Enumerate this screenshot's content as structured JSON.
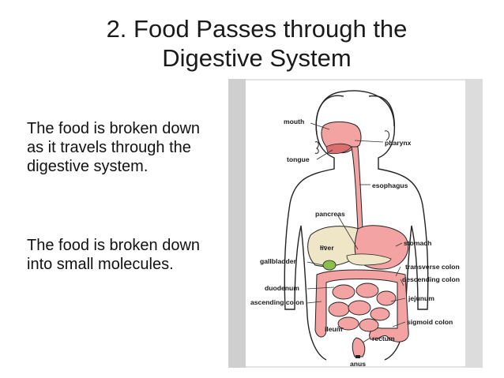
{
  "slide": {
    "title_line1": "2. Food Passes through the",
    "title_line2": "Digestive System",
    "paragraph1": "The food is broken down as it travels through the digestive system.",
    "paragraph2": "The food is broken down into small molecules."
  },
  "diagram": {
    "labels": {
      "mouth": "mouth",
      "pharynx": "pharynx",
      "tongue": "tongue",
      "esophagus": "esophagus",
      "pancreas": "pancreas",
      "stomach": "stomach",
      "liver": "liver",
      "gallbladder": "gallbladder",
      "transverse_colon": "transverse colon",
      "descending_colon": "descending colon",
      "duodenum": "duodenum",
      "ascending_colon": "ascending colon",
      "jejunum": "jejunum",
      "sigmoid_colon": "sigmoid colon",
      "ileum": "ileum",
      "rectum": "rectum",
      "anus": "anus"
    },
    "colors": {
      "organ": "#f4a3a3",
      "organ_dark": "#d9706f",
      "liver": "#efe6c8",
      "gallbladder": "#8bbf4d",
      "outline": "#222222",
      "frame": "#d8d8d8"
    }
  }
}
